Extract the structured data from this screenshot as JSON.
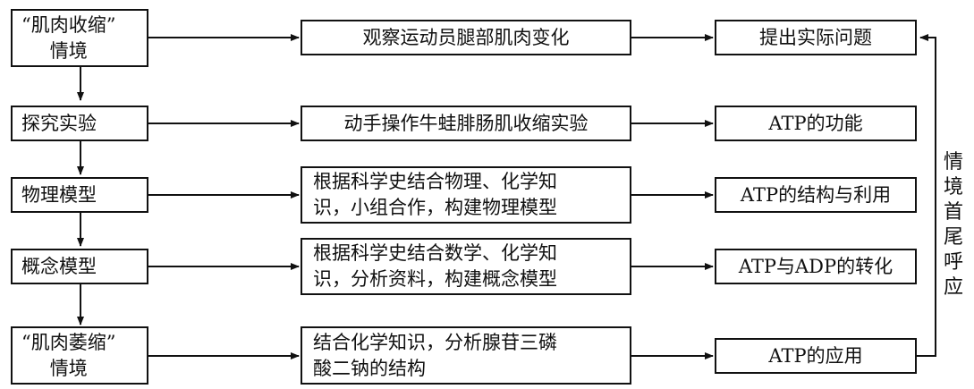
{
  "left": [
    {
      "line1": "“肌肉收缩”",
      "line2": "情境"
    },
    {
      "line1": "探究实验",
      "line2": ""
    },
    {
      "line1": "物理模型",
      "line2": ""
    },
    {
      "line1": "概念模型",
      "line2": ""
    },
    {
      "line1": "“肌肉萎缩”",
      "line2": "情境"
    }
  ],
  "middle": [
    {
      "line1": "观察运动员腿部肌肉变化",
      "line2": ""
    },
    {
      "line1": "动手操作牛蛙腓肠肌收缩实验",
      "line2": ""
    },
    {
      "line1": "根据科学史结合物理、化学知",
      "line2": "识，小组合作，构建物理模型"
    },
    {
      "line1": "根据科学史结合数学、化学知",
      "line2": "识，分析资料，构建概念模型"
    },
    {
      "line1": "结合化学知识，分析腺苷三磷",
      "line2": "酸二钠的结构"
    }
  ],
  "right": [
    {
      "text": "提出实际问题"
    },
    {
      "text": "ATP的功能"
    },
    {
      "text": "ATP的结构与利用"
    },
    {
      "text": "ATP与ADP的转化"
    },
    {
      "text": "ATP的应用"
    }
  ],
  "side_label": [
    "情",
    "境",
    "首",
    "尾",
    "呼",
    "应"
  ]
}
